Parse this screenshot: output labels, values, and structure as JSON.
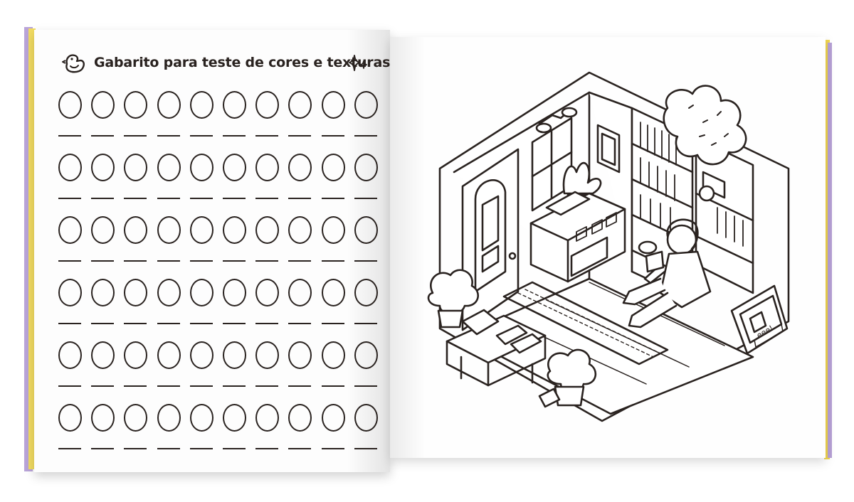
{
  "left_page": {
    "title": "Gabarito para teste de cores e texturas",
    "icons": [
      "duck-icon",
      "sparkle-icon"
    ],
    "grid": {
      "rows": 6,
      "columns": 10
    }
  },
  "right_page": {
    "illustration": "room-line-art",
    "book_label": "eee!"
  },
  "colors": {
    "ink": "#2a2320",
    "edge_purple": "#b9a4d9",
    "edge_yellow": "#f2dc62"
  }
}
